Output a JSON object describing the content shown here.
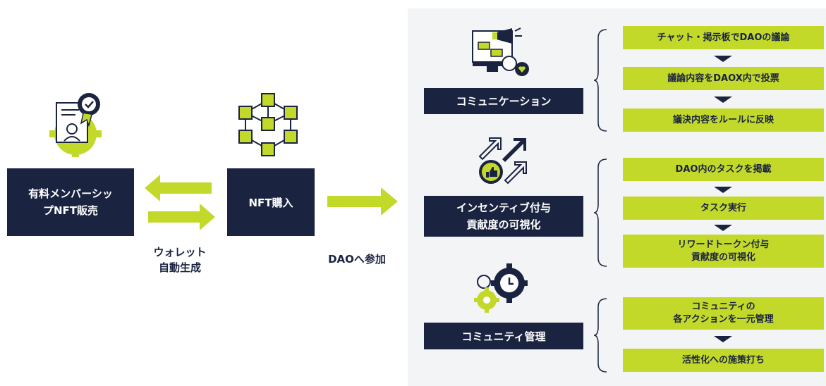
{
  "colors": {
    "navy": "#1a2340",
    "accent": "#c3d92a",
    "panel_bg": "#f3f4f6"
  },
  "left": {
    "membership_box": "有料メンバーシッ\nプNFT販売",
    "nft_box": "NFT購入",
    "wallet_label": "ウォレット\n自動生成",
    "dao_label": "DAOへ参加",
    "icons": [
      "certificate-gear-icon",
      "blockchain-cubes-icon"
    ]
  },
  "sections": [
    {
      "title": "コミュニケーション",
      "icon": "communication-monitor-icon",
      "steps": [
        "チャット・掲示板でDAOの議論",
        "議論内容をDAOX内で投票",
        "議決内容をルールに反映"
      ]
    },
    {
      "title": "インセンティブ付与\n貢献度の可視化",
      "icon": "incentive-arrows-icon",
      "steps": [
        "DAO内のタスクを掲載",
        "タスク実行",
        "リワードトークン付与\n貢献度の可視化"
      ]
    },
    {
      "title": "コミュニティ管理",
      "icon": "community-gears-icon",
      "steps": [
        "コミュニティの\n各アクションを一元管理",
        "活性化への施策打ち"
      ]
    }
  ]
}
